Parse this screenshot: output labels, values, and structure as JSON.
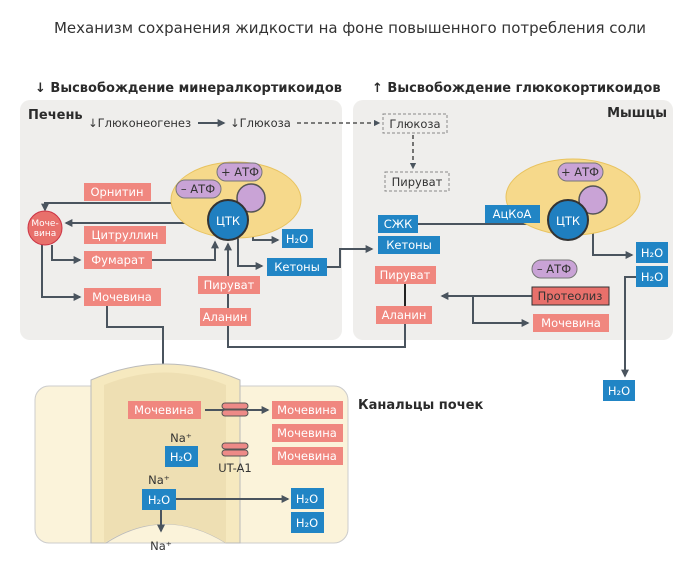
{
  "title": "Механизм сохранения жидкости на фоне повышенного потребления соли",
  "headers": {
    "left": "↓ Высвобождение минералкортикоидов",
    "right": "↑ Высвобождение глюкокортикоидов"
  },
  "liver": {
    "label": "Печень",
    "gluconeogenesis": "↓Глюконеогенез",
    "glucose": "↓Глюкоза",
    "plus_atp": "+ АТФ",
    "minus_atp": "– АТФ",
    "tca": "ЦТК",
    "urea_cycle": [
      "Моче-",
      "вина"
    ],
    "ornithine": "Орнитин",
    "citrulline": "Цитруллин",
    "fumarate": "Фумарат",
    "urea": "Мочевина",
    "pyruvate": "Пируват",
    "alanine": "Аланин",
    "water": "H₂O",
    "ketones": "Кетоны"
  },
  "muscle": {
    "label": "Мышцы",
    "glucose": "Глюкоза",
    "pyruvate_dashed": "Пируват",
    "plus_atp": "+ АТФ",
    "tca": "ЦТК",
    "acetyl_coa": "АцКоА",
    "ffa": "СЖК",
    "ketones": "Кетоны",
    "pyruvate": "Пируват",
    "alanine": "Аланин",
    "minus_atp": "– АТФ",
    "proteolysis": "Протеолиз",
    "urea": "Мочевина",
    "water": [
      "H₂O",
      "H₂O"
    ],
    "water_out": "H₂O"
  },
  "kidney": {
    "label": "Канальцы почек",
    "urea_in": "Мочевина",
    "urea_out": [
      "Мочевина",
      "Мочевина",
      "Мочевина"
    ],
    "na1": "Na⁺",
    "water1": "H₂O",
    "transporter": "UT-A1",
    "na2": "Na⁺",
    "water2": "H₂O",
    "water_out": [
      "H₂O",
      "H₂O"
    ],
    "na_out": "Na⁺"
  },
  "colors": {
    "panel": "#efeeec",
    "pink": "#f0877f",
    "blue": "#2185c5",
    "purple": "#c9a3d6",
    "mito": "#f6d98b",
    "kidney": "#fbf3da"
  }
}
